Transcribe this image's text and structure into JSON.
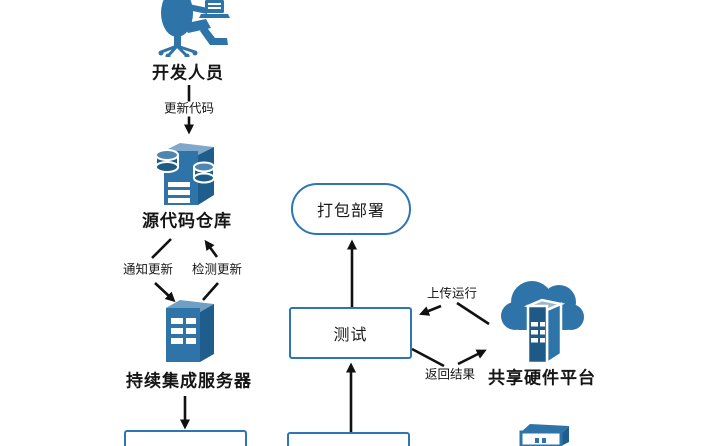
{
  "diagram": {
    "title_hint": "continuous-integration-flow",
    "nodes": {
      "developer": {
        "label": "开发人员",
        "icon": "developer-at-computer-icon"
      },
      "source_repo": {
        "label": "源代码仓库",
        "icon": "database-server-icon"
      },
      "ci_server": {
        "label": "持续集成服务器",
        "icon": "server-tower-icon"
      },
      "package_deploy": {
        "label": "打包部署",
        "shape": "stadium"
      },
      "test": {
        "label": "测试",
        "shape": "rectangle"
      },
      "shared_platform": {
        "label": "共享硬件平台",
        "icon": "cloud-server-icon"
      },
      "bottom_left_box": {
        "label": "",
        "shape": "rectangle-partial"
      },
      "bottom_middle_box": {
        "label": "",
        "shape": "rectangle-partial"
      },
      "bottom_right_device": {
        "label": "",
        "icon": "hardware-device-icon"
      }
    },
    "edges": {
      "update_code": {
        "label": "更新代码",
        "from": "developer",
        "to": "source_repo"
      },
      "notify_update": {
        "label": "通知更新",
        "from": "source_repo",
        "to": "ci_server"
      },
      "detect_update": {
        "label": "检测更新",
        "from": "ci_server",
        "to": "source_repo"
      },
      "to_package": {
        "label": "",
        "from": "test",
        "to": "package_deploy"
      },
      "to_test": {
        "label": "",
        "from": "bottom_middle_box",
        "to": "test"
      },
      "ci_down": {
        "label": "",
        "from": "ci_server",
        "to": "bottom_left_box"
      },
      "upload_run": {
        "label": "上传运行",
        "from": "shared_platform",
        "to": "test"
      },
      "return_result": {
        "label": "返回结果",
        "from": "test",
        "to": "shared_platform"
      }
    },
    "colors": {
      "primary_blue": "#2E74A8",
      "dark_blue": "#1F5E8C",
      "light_blue": "#7FA8C9",
      "box_border_blue": "#2E75B6",
      "arrow_black": "#111111",
      "background": "#FFFFFF"
    }
  }
}
